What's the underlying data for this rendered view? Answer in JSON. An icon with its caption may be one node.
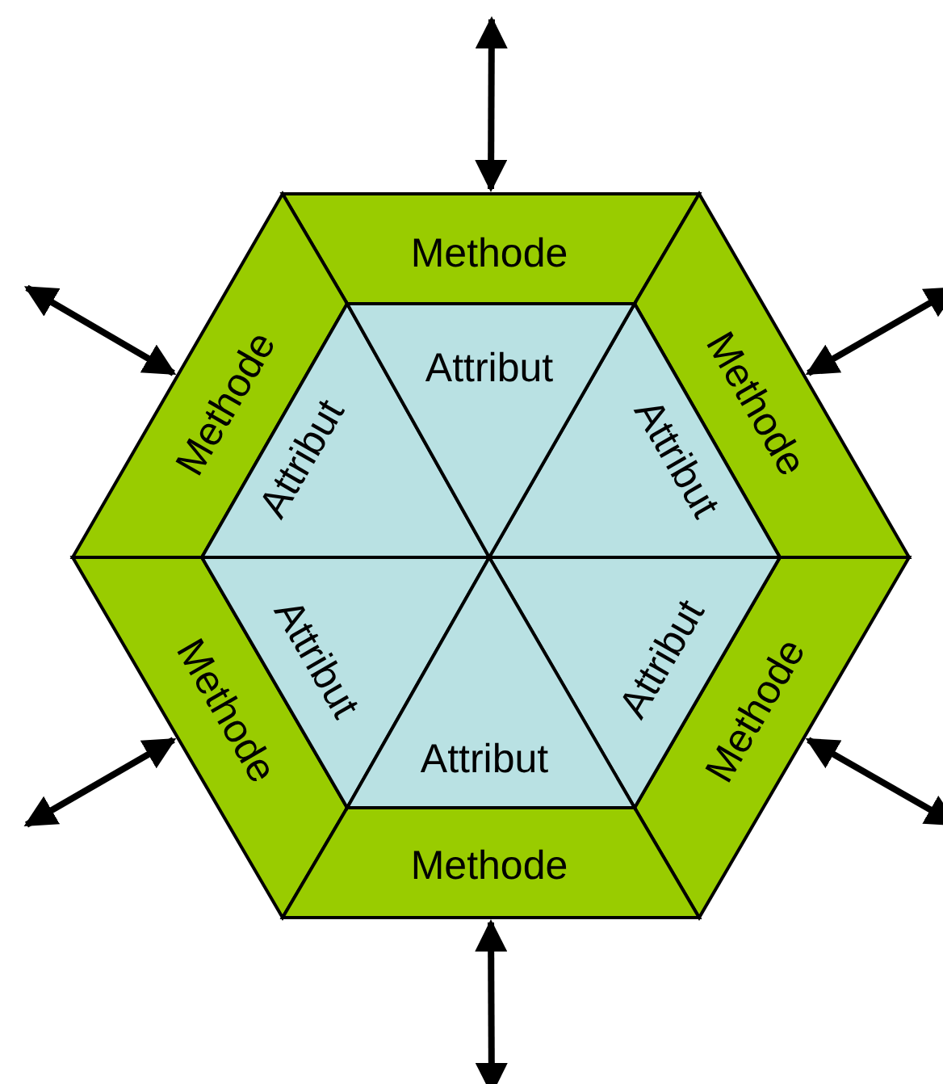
{
  "diagram": {
    "nodes": [
      {
        "text": [
          "Methode"
        ]
      },
      {
        "text": [
          "Methode"
        ]
      },
      {
        "text": [
          "Methode"
        ]
      },
      {
        "text": [
          "Methode"
        ]
      },
      {
        "text": [
          "Methode"
        ]
      },
      {
        "text": [
          "Methode"
        ]
      },
      {
        "text": [
          "Attribut"
        ]
      },
      {
        "text": [
          "Attribut"
        ]
      },
      {
        "text": [
          "Attribut"
        ]
      },
      {
        "text": [
          "Attribut"
        ]
      },
      {
        "text": [
          "Attribut"
        ]
      },
      {
        "text": [
          "Attribut"
        ]
      }
    ],
    "edges": [
      {
        "from": null,
        "to": 0,
        "arrow": "both"
      },
      {
        "from": null,
        "to": 1,
        "arrow": "both"
      },
      {
        "from": null,
        "to": 2,
        "arrow": "both"
      },
      {
        "from": null,
        "to": 3,
        "arrow": "both"
      },
      {
        "from": null,
        "to": 4,
        "arrow": "both"
      },
      {
        "from": null,
        "to": 5,
        "arrow": "both"
      }
    ]
  }
}
